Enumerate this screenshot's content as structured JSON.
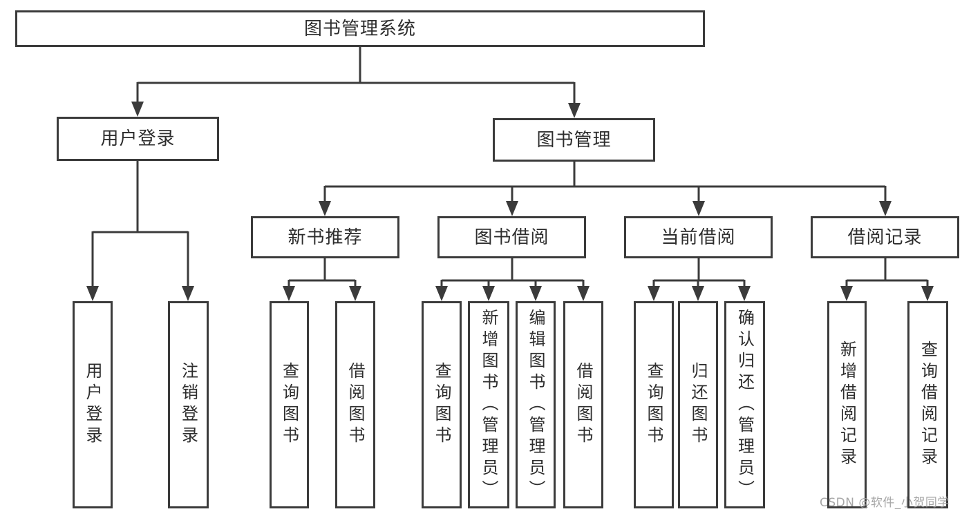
{
  "nodes": {
    "root": "图书管理系统",
    "level1": [
      "用户登录",
      "图书管理"
    ],
    "level2": [
      "新书推荐",
      "图书借阅",
      "当前借阅",
      "借阅记录"
    ],
    "login_children": [
      "用户登录",
      "注销登录"
    ],
    "newbook_children": [
      "查询图书",
      "借阅图书"
    ],
    "borrow_children": [
      "查询图书",
      "新增图书（管理员）",
      "编辑图书（管理员）",
      "借阅图书"
    ],
    "current_children": [
      "查询图书",
      "归还图书",
      "确认归还（管理员）"
    ],
    "records_children": [
      "新增借阅记录",
      "查询借阅记录"
    ]
  },
  "watermark": "CSDN @软件_小贺同学",
  "colors": {
    "line": "#3b3b3b",
    "text": "#2d2d2d",
    "watermark": "#9e9e9e",
    "background": "#ffffff"
  }
}
